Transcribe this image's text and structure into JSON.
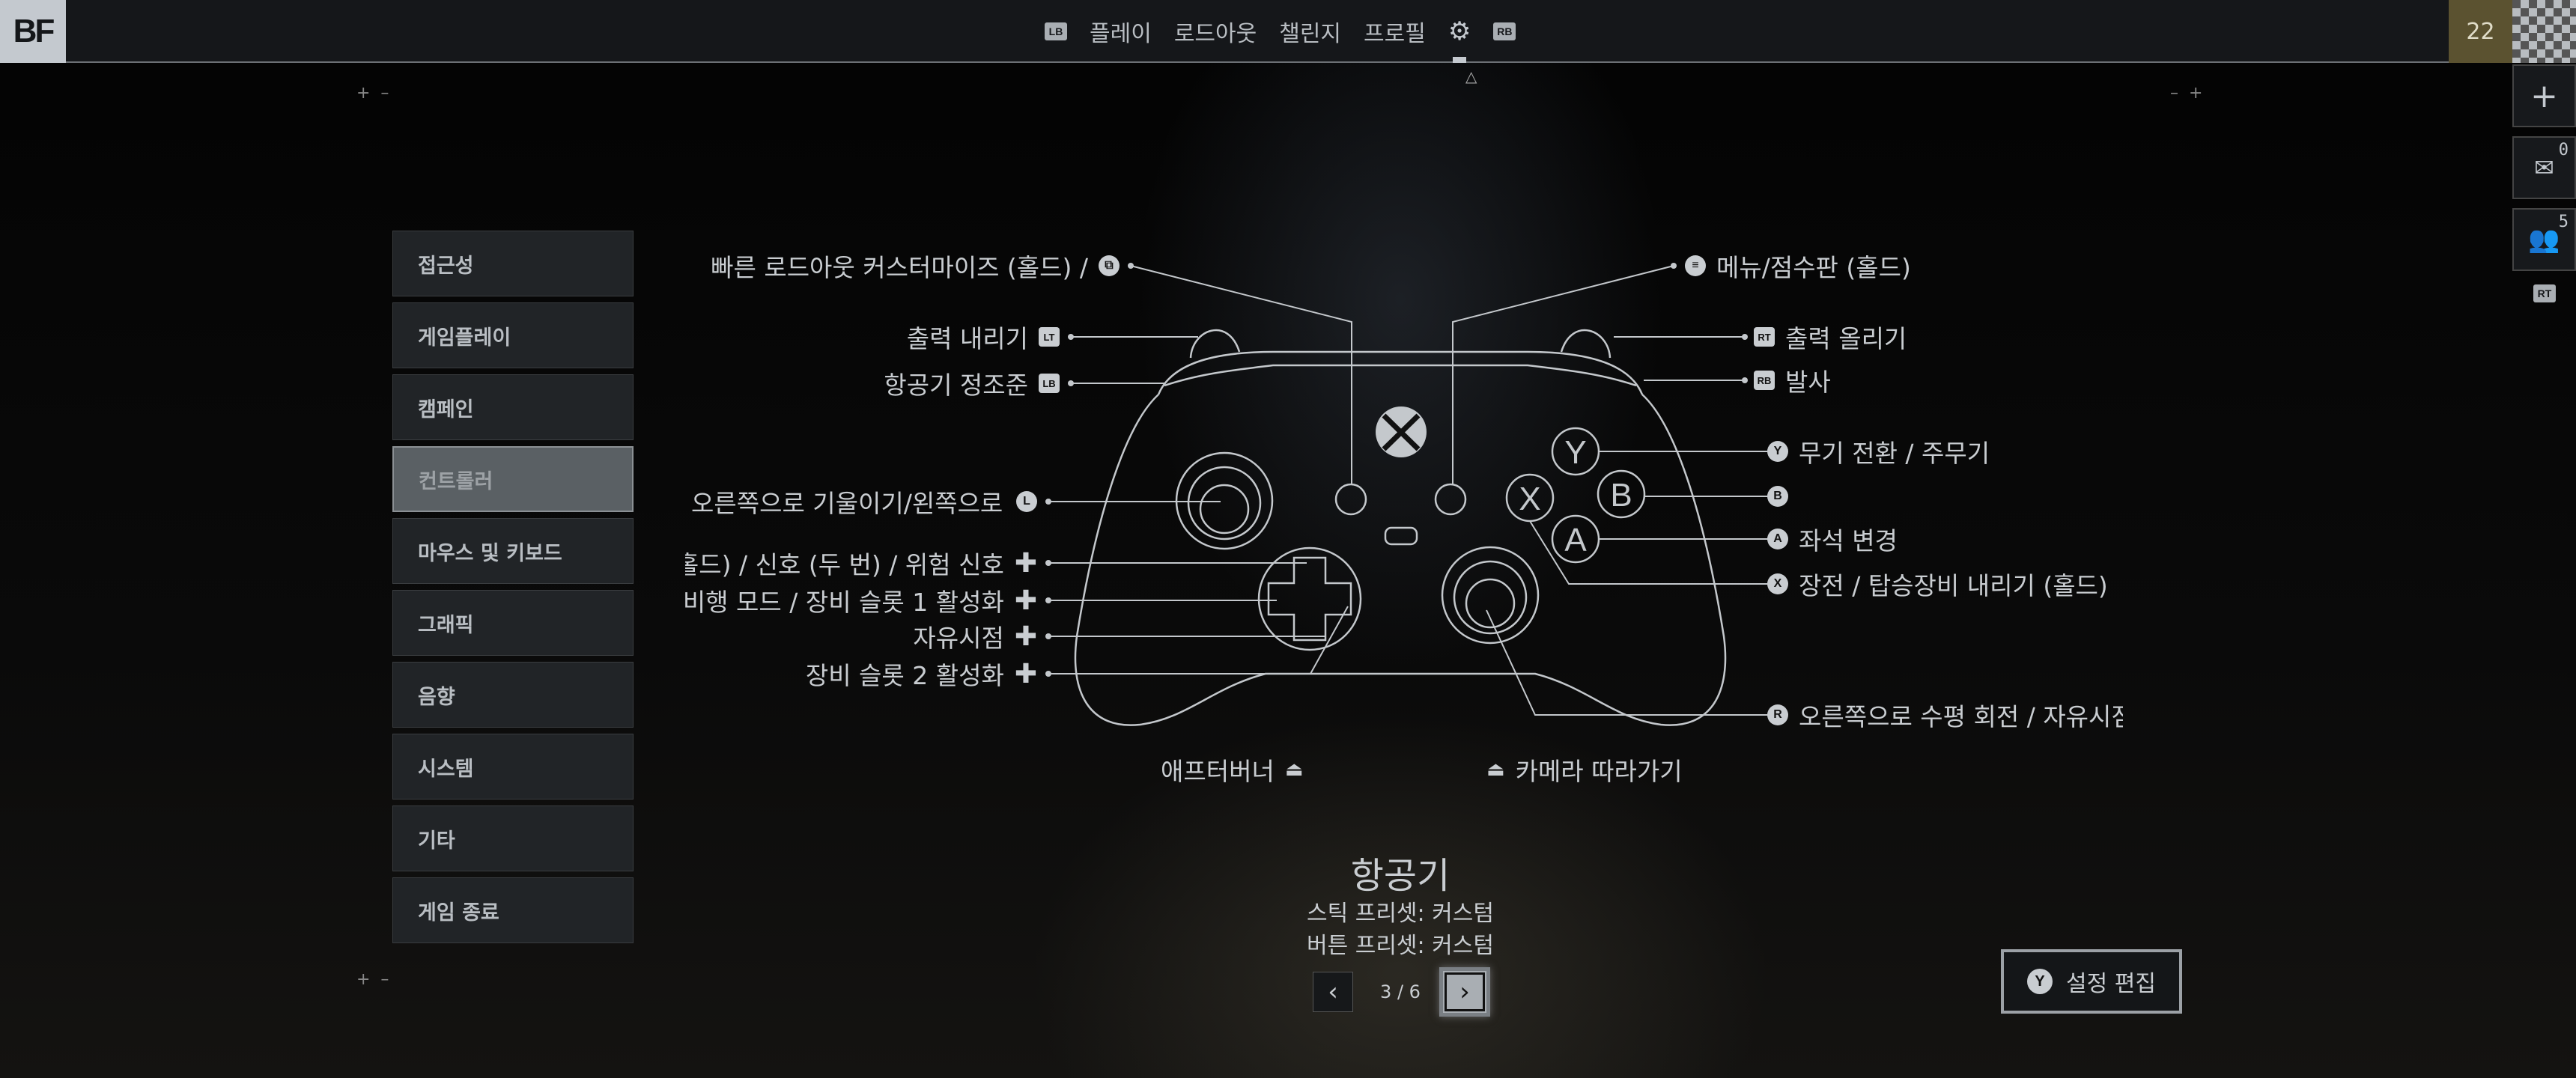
{
  "topbar": {
    "logo": "BF",
    "nav": [
      {
        "label": "플레이"
      },
      {
        "label": "로드아웃"
      },
      {
        "label": "챌린지"
      },
      {
        "label": "프로필"
      }
    ],
    "lb": "LB",
    "rb": "RB",
    "level": "22"
  },
  "right_rail": {
    "add_icon": "plus-icon",
    "messages": "0",
    "friends": "5",
    "rt": "RT"
  },
  "sidebar": {
    "items": [
      {
        "label": "접근성"
      },
      {
        "label": "게임플레이"
      },
      {
        "label": "캠페인"
      },
      {
        "label": "컨트롤러",
        "selected": true
      },
      {
        "label": "마우스 및 키보드"
      },
      {
        "label": "그래픽"
      },
      {
        "label": "음향"
      },
      {
        "label": "시스템"
      },
      {
        "label": "기타"
      },
      {
        "label": "게임 종료"
      }
    ]
  },
  "bindings": {
    "view": "빠른 로드아웃 커스터마이즈 (홀드) /",
    "lt": "출력 내리기",
    "lb": "항공기 정조준",
    "ls": "오른쪽으로 기울이기/왼쪽으로 기울이기",
    "dpad_up": "핑 (홀드) / 신호 (두 번) / 위험 신호",
    "dpad_left": "비행 모드 / 장비 슬롯 1 활성화",
    "dpad_down": "자유시점",
    "dpad_right": "장비 슬롯 2 활성화",
    "menu": "메뉴/점수판 (홀드)",
    "rt": "출력 올리기",
    "rb": "발사",
    "y": "무기 전환 / 주무기",
    "b": "",
    "a": "좌석 변경",
    "x": "장전 / 탑승장비 내리기 (홀드)",
    "rs": "오른쪽으로 수평 회전 / 자유시점 ...",
    "l3": "애프터버너",
    "r3": "카메라 따라가기",
    "btn": {
      "lt": "LT",
      "lb": "LB",
      "rt": "RT",
      "rb": "RB",
      "y": "Y",
      "b": "B",
      "a": "A",
      "x": "X",
      "l": "L",
      "r": "R"
    }
  },
  "preset": {
    "title": "항공기",
    "stick": "스틱 프리셋: 커스텀",
    "button": "버튼 프리셋: 커스텀",
    "page": "3 / 6",
    "prev": "‹",
    "next": "›"
  },
  "edit_button": {
    "label": "설정 편집",
    "key": "Y"
  }
}
